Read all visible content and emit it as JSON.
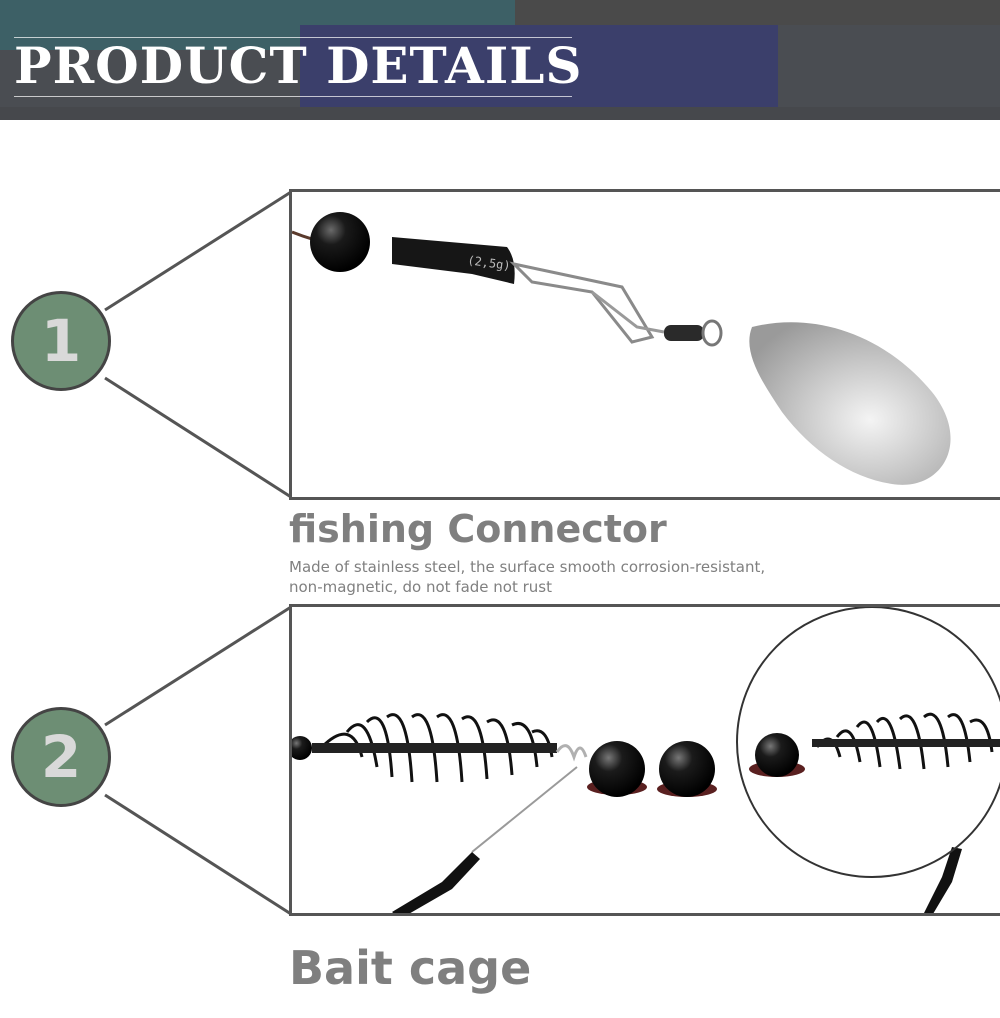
{
  "banner": {
    "title": "PRODUCT DETAILS",
    "colors": {
      "base": "#4a4d52",
      "teal": "#3d6066",
      "blue": "#3b3f6b",
      "title": "#ffffff"
    }
  },
  "sections": [
    {
      "number": "1",
      "badge_color": "#6d8e74",
      "heading": "fishing Connector",
      "description_line1": "Made of stainless steel, the surface smooth corrosion-resistant,",
      "description_line2": "non-magnetic, do not fade not rust",
      "photo_label": "(2,5g)"
    },
    {
      "number": "2",
      "badge_color": "#6d8e74",
      "heading": "Bait cage"
    }
  ]
}
